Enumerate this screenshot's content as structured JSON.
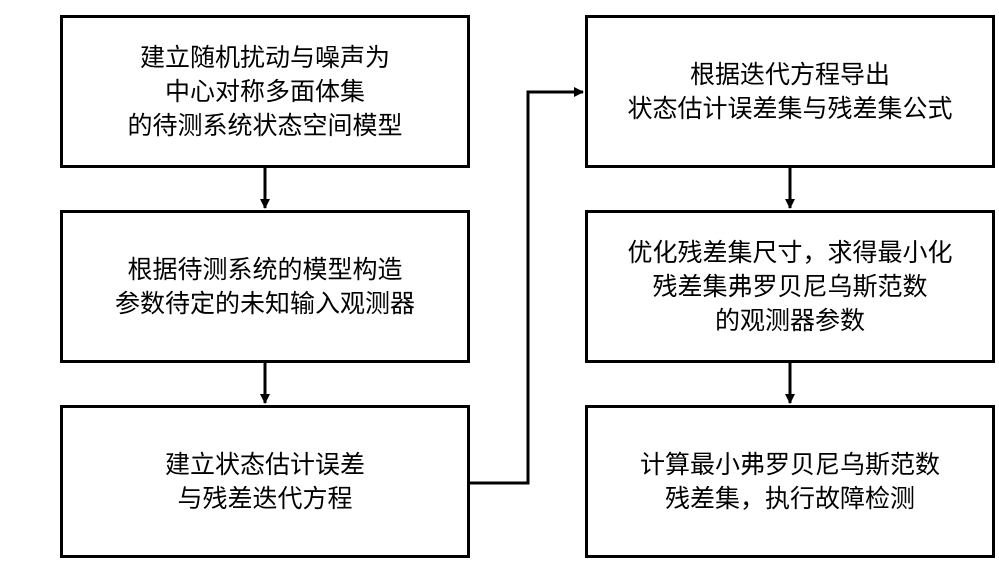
{
  "steps": [
    {
      "lines": [
        "建立随机扰动与噪声为",
        "中心对称多面体集",
        "的待测系统状态空间模型"
      ]
    },
    {
      "lines": [
        "根据待测系统的模型构造",
        "参数待定的未知输入观测器"
      ]
    },
    {
      "lines": [
        "建立状态估计误差",
        "与残差迭代方程"
      ]
    },
    {
      "lines": [
        "根据迭代方程导出",
        "状态估计误差集与残差集公式"
      ]
    },
    {
      "lines": [
        "优化残差集尺寸，求得最小化",
        "残差集弗罗贝尼乌斯范数",
        "的观测器参数"
      ]
    },
    {
      "lines": [
        "计算最小弗罗贝尼乌斯范数",
        "残差集，执行故障检测"
      ]
    }
  ]
}
